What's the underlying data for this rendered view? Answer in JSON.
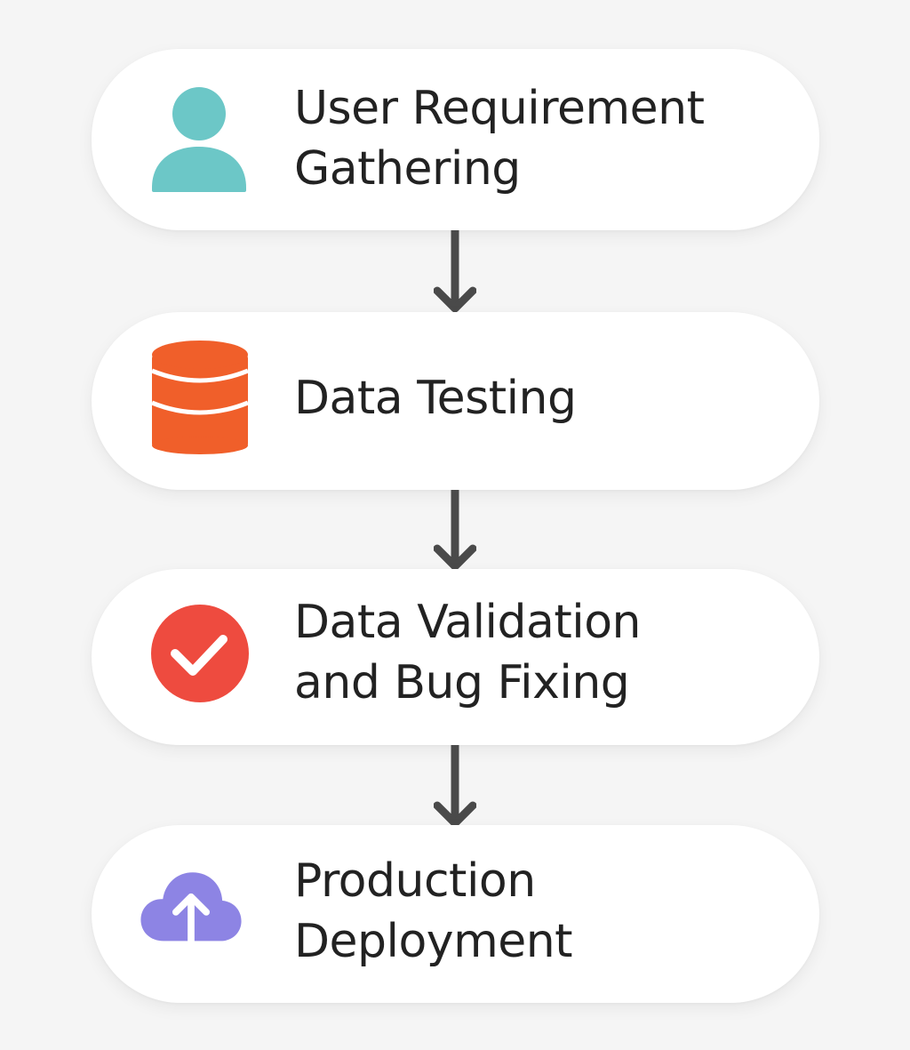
{
  "steps": [
    {
      "id": "user-requirement-gathering",
      "label_lines": [
        "User Requirement",
        "Gathering"
      ],
      "icon": "user-icon",
      "icon_color": "#6cc7c7"
    },
    {
      "id": "data-testing",
      "label_lines": [
        "Data Testing"
      ],
      "icon": "database-icon",
      "icon_color": "#f05f2a"
    },
    {
      "id": "data-validation",
      "label_lines": [
        "Data Validation",
        "and Bug Fixing"
      ],
      "icon": "check-circle-icon",
      "icon_color": "#ee4b3f"
    },
    {
      "id": "production-deployment",
      "label_lines": [
        "Production",
        "Deployment"
      ],
      "icon": "cloud-upload-icon",
      "icon_color": "#8d84e4"
    }
  ],
  "connectors": [
    {
      "from": "user-requirement-gathering",
      "to": "data-testing",
      "icon": "arrow-down-icon"
    },
    {
      "from": "data-testing",
      "to": "data-validation",
      "icon": "arrow-down-icon"
    },
    {
      "from": "data-validation",
      "to": "production-deployment",
      "icon": "arrow-down-icon"
    }
  ],
  "colors": {
    "background": "#f5f5f5",
    "card": "#ffffff",
    "text": "#222222",
    "arrow": "#4a4a4a"
  }
}
